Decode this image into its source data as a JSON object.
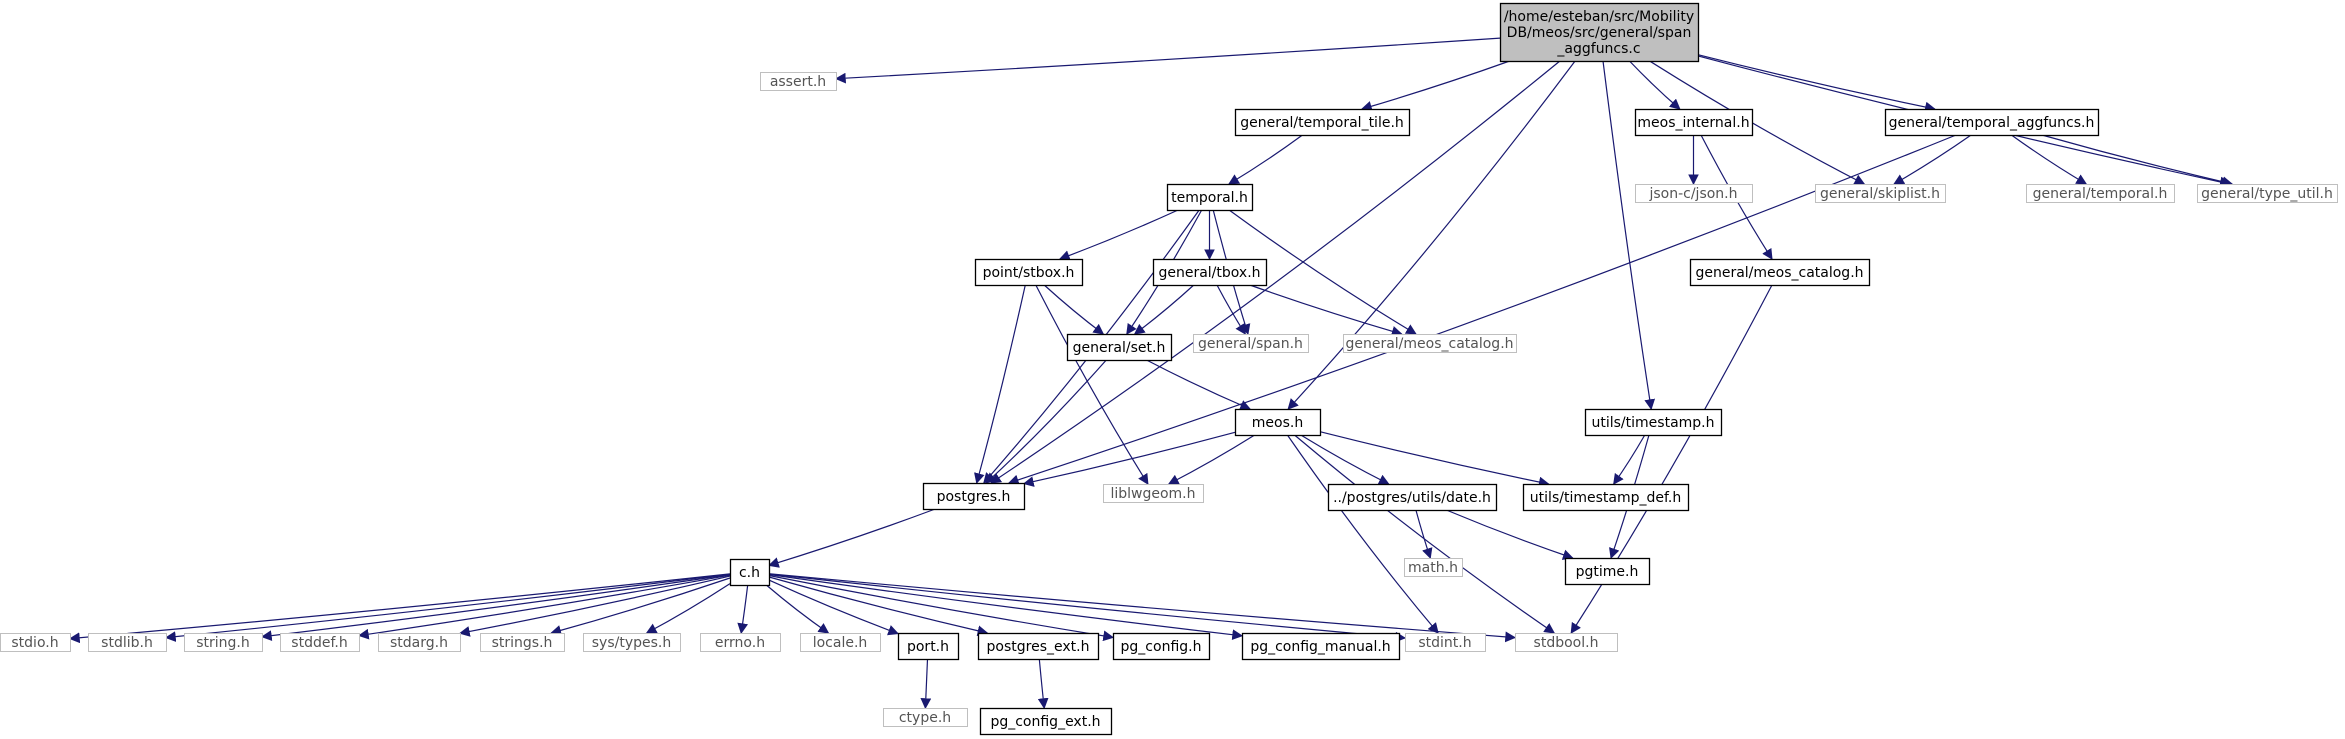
{
  "nodes": [
    {
      "id": "root",
      "lines": [
        "/home/esteban/src/Mobility",
        "DB/meos/src/general/span",
        "_aggfuncs.c"
      ],
      "kind": "root"
    },
    {
      "id": "assert",
      "lines": [
        "assert.h"
      ],
      "kind": "external"
    },
    {
      "id": "postgres",
      "lines": [
        "postgres.h"
      ],
      "kind": "internal"
    },
    {
      "id": "temporal_tile",
      "lines": [
        "general/temporal_tile.h"
      ],
      "kind": "internal"
    },
    {
      "id": "meos",
      "lines": [
        "meos.h"
      ],
      "kind": "internal"
    },
    {
      "id": "meos_internal",
      "lines": [
        "meos_internal.h"
      ],
      "kind": "internal"
    },
    {
      "id": "utils_timestamp",
      "lines": [
        "utils/timestamp.h"
      ],
      "kind": "internal"
    },
    {
      "id": "skiplist",
      "lines": [
        "general/skiplist.h"
      ],
      "kind": "external"
    },
    {
      "id": "temporal_aggfuncs",
      "lines": [
        "general/temporal_aggfuncs.h"
      ],
      "kind": "internal"
    },
    {
      "id": "type_util",
      "lines": [
        "general/type_util.h"
      ],
      "kind": "external"
    },
    {
      "id": "temporal",
      "lines": [
        "temporal.h"
      ],
      "kind": "internal"
    },
    {
      "id": "json",
      "lines": [
        "json-c/json.h"
      ],
      "kind": "external"
    },
    {
      "id": "meos_catalog_int",
      "lines": [
        "general/meos_catalog.h"
      ],
      "kind": "internal"
    },
    {
      "id": "general_temporal",
      "lines": [
        "general/temporal.h"
      ],
      "kind": "external"
    },
    {
      "id": "stbox",
      "lines": [
        "point/stbox.h"
      ],
      "kind": "internal"
    },
    {
      "id": "tbox",
      "lines": [
        "general/tbox.h"
      ],
      "kind": "internal"
    },
    {
      "id": "set",
      "lines": [
        "general/set.h"
      ],
      "kind": "internal"
    },
    {
      "id": "span",
      "lines": [
        "general/span.h"
      ],
      "kind": "external"
    },
    {
      "id": "meos_catalog_ext",
      "lines": [
        "general/meos_catalog.h"
      ],
      "kind": "external"
    },
    {
      "id": "liblwgeom",
      "lines": [
        "liblwgeom.h"
      ],
      "kind": "external"
    },
    {
      "id": "date",
      "lines": [
        "../postgres/utils/date.h"
      ],
      "kind": "internal"
    },
    {
      "id": "timestamp_def",
      "lines": [
        "utils/timestamp_def.h"
      ],
      "kind": "internal"
    },
    {
      "id": "c",
      "lines": [
        "c.h"
      ],
      "kind": "internal"
    },
    {
      "id": "math",
      "lines": [
        "math.h"
      ],
      "kind": "external"
    },
    {
      "id": "pgtime",
      "lines": [
        "pgtime.h"
      ],
      "kind": "internal"
    },
    {
      "id": "stdio",
      "lines": [
        "stdio.h"
      ],
      "kind": "external"
    },
    {
      "id": "stdlib",
      "lines": [
        "stdlib.h"
      ],
      "kind": "external"
    },
    {
      "id": "string",
      "lines": [
        "string.h"
      ],
      "kind": "external"
    },
    {
      "id": "stddef",
      "lines": [
        "stddef.h"
      ],
      "kind": "external"
    },
    {
      "id": "stdarg",
      "lines": [
        "stdarg.h"
      ],
      "kind": "external"
    },
    {
      "id": "strings",
      "lines": [
        "strings.h"
      ],
      "kind": "external"
    },
    {
      "id": "systypes",
      "lines": [
        "sys/types.h"
      ],
      "kind": "external"
    },
    {
      "id": "errno",
      "lines": [
        "errno.h"
      ],
      "kind": "external"
    },
    {
      "id": "locale",
      "lines": [
        "locale.h"
      ],
      "kind": "external"
    },
    {
      "id": "port",
      "lines": [
        "port.h"
      ],
      "kind": "internal"
    },
    {
      "id": "postgres_ext",
      "lines": [
        "postgres_ext.h"
      ],
      "kind": "internal"
    },
    {
      "id": "pg_config",
      "lines": [
        "pg_config.h"
      ],
      "kind": "internal"
    },
    {
      "id": "pg_config_manual",
      "lines": [
        "pg_config_manual.h"
      ],
      "kind": "internal"
    },
    {
      "id": "stdint",
      "lines": [
        "stdint.h"
      ],
      "kind": "external"
    },
    {
      "id": "stdbool",
      "lines": [
        "stdbool.h"
      ],
      "kind": "external"
    },
    {
      "id": "ctype",
      "lines": [
        "ctype.h"
      ],
      "kind": "external"
    },
    {
      "id": "pg_config_ext",
      "lines": [
        "pg_config_ext.h"
      ],
      "kind": "internal"
    }
  ],
  "edges": [
    [
      "root",
      "assert"
    ],
    [
      "root",
      "postgres"
    ],
    [
      "root",
      "temporal_tile"
    ],
    [
      "root",
      "meos"
    ],
    [
      "root",
      "meos_internal"
    ],
    [
      "root",
      "utils_timestamp"
    ],
    [
      "root",
      "skiplist"
    ],
    [
      "root",
      "temporal_aggfuncs"
    ],
    [
      "root",
      "type_util"
    ],
    [
      "temporal_tile",
      "temporal"
    ],
    [
      "temporal",
      "postgres"
    ],
    [
      "temporal",
      "stbox"
    ],
    [
      "temporal",
      "set"
    ],
    [
      "temporal",
      "tbox"
    ],
    [
      "temporal",
      "span"
    ],
    [
      "temporal",
      "meos_catalog_ext"
    ],
    [
      "stbox",
      "set"
    ],
    [
      "stbox",
      "postgres"
    ],
    [
      "stbox",
      "liblwgeom"
    ],
    [
      "tbox",
      "set"
    ],
    [
      "tbox",
      "span"
    ],
    [
      "tbox",
      "meos_catalog_ext"
    ],
    [
      "set",
      "postgres"
    ],
    [
      "set",
      "meos"
    ],
    [
      "meos",
      "postgres"
    ],
    [
      "meos",
      "liblwgeom"
    ],
    [
      "meos",
      "date"
    ],
    [
      "meos",
      "timestamp_def"
    ],
    [
      "meos",
      "stdint"
    ],
    [
      "meos",
      "stdbool"
    ],
    [
      "meos_internal",
      "json"
    ],
    [
      "meos_internal",
      "meos_catalog_int"
    ],
    [
      "meos_catalog_int",
      "stdbool"
    ],
    [
      "temporal_aggfuncs",
      "skiplist"
    ],
    [
      "temporal_aggfuncs",
      "general_temporal"
    ],
    [
      "temporal_aggfuncs",
      "type_util"
    ],
    [
      "temporal_aggfuncs",
      "postgres"
    ],
    [
      "utils_timestamp",
      "timestamp_def"
    ],
    [
      "utils_timestamp",
      "pgtime"
    ],
    [
      "date",
      "math"
    ],
    [
      "date",
      "pgtime"
    ],
    [
      "postgres",
      "c"
    ],
    [
      "c",
      "stdio"
    ],
    [
      "c",
      "stdlib"
    ],
    [
      "c",
      "string"
    ],
    [
      "c",
      "stddef"
    ],
    [
      "c",
      "stdarg"
    ],
    [
      "c",
      "strings"
    ],
    [
      "c",
      "systypes"
    ],
    [
      "c",
      "errno"
    ],
    [
      "c",
      "locale"
    ],
    [
      "c",
      "port"
    ],
    [
      "c",
      "postgres_ext"
    ],
    [
      "c",
      "pg_config"
    ],
    [
      "c",
      "pg_config_manual"
    ],
    [
      "c",
      "stdint"
    ],
    [
      "c",
      "stdbool"
    ],
    [
      "port",
      "ctype"
    ],
    [
      "postgres_ext",
      "pg_config_ext"
    ]
  ],
  "colors": {
    "edge": "#191970",
    "root_fill": "#bfbfbf",
    "internal_border": "#000000",
    "external_border": "#bfbfbf",
    "internal_text": "#000000",
    "external_text": "#545454"
  }
}
